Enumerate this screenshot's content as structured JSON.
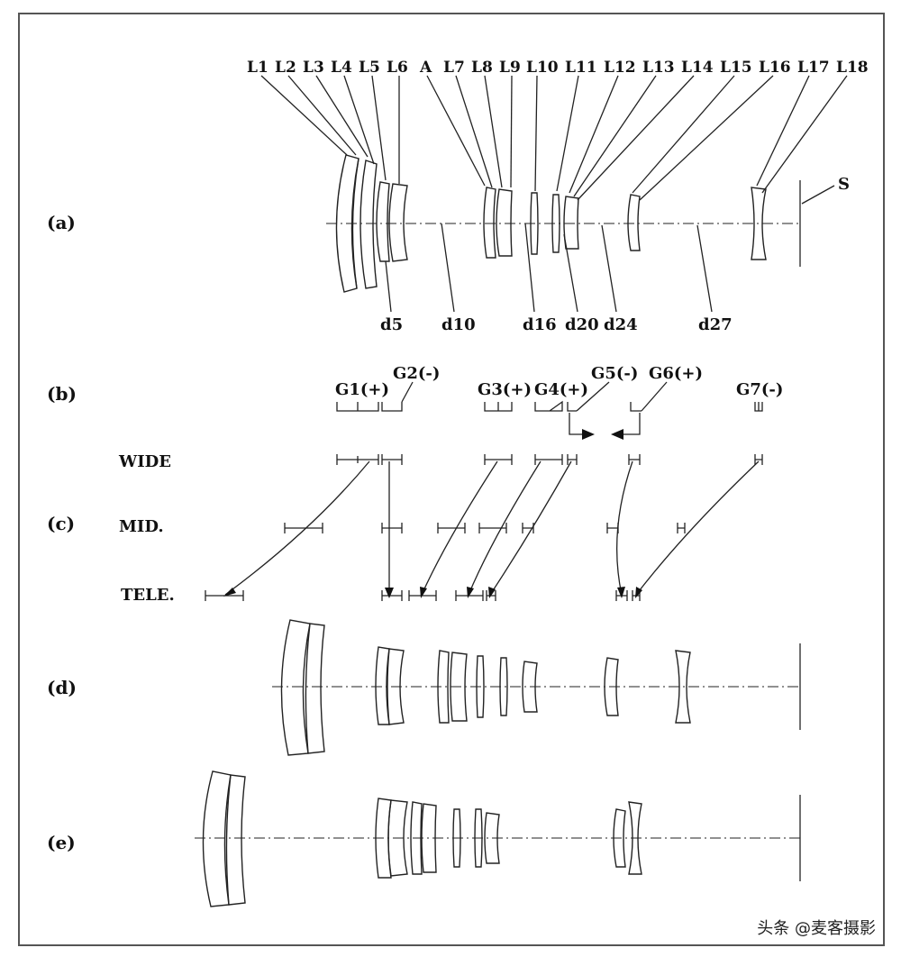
{
  "panels": {
    "a": "(a)",
    "b": "(b)",
    "c": "(c)",
    "d": "(d)",
    "e": "(e)"
  },
  "lens_labels": [
    "L1",
    "L2",
    "L3",
    "L4",
    "L5",
    "L6",
    "A",
    "L7",
    "L8",
    "L9",
    "L10",
    "L11",
    "L12",
    "L13",
    "L14",
    "L15",
    "L16",
    "L17",
    "L18"
  ],
  "stop_label": "S",
  "spacing_labels": [
    "d5",
    "d10",
    "d16",
    "d20",
    "d24",
    "d27"
  ],
  "groups": [
    "G1(+)",
    "G2(-)",
    "G3(+)",
    "G4(+)",
    "G5(-)",
    "G6(+)",
    "G7(-)"
  ],
  "positions": {
    "wide": "WIDE",
    "mid": "MID.",
    "tele": "TELE."
  },
  "watermark": "头条 @麦客摄影",
  "colors": {
    "line": "#222222",
    "border": "#555555"
  }
}
